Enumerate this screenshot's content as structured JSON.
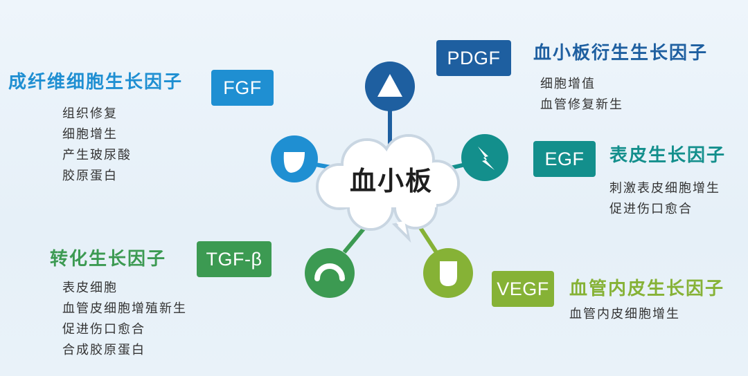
{
  "center": {
    "label": "血小板"
  },
  "colors": {
    "navy": "#1e5fa0",
    "sky": "#1f8fd2",
    "teal": "#138f8c",
    "green": "#3c9a52",
    "lime": "#86b236"
  },
  "factors": {
    "fgf": {
      "badge": "FGF",
      "title": "成纤维细胞生长因子",
      "items": [
        "组织修复",
        "细胞增生",
        "产生玻尿酸",
        "胶原蛋白"
      ]
    },
    "pdgf": {
      "badge": "PDGF",
      "title": "血小板衍生生长因子",
      "items": [
        "细胞增值",
        "血管修复新生"
      ]
    },
    "egf": {
      "badge": "EGF",
      "title": "表皮生长因子",
      "items": [
        "刺激表皮细胞增生",
        "促进伤口愈合"
      ]
    },
    "tgf": {
      "badge": "TGF-β",
      "title": "转化生长因子",
      "items": [
        "表皮细胞",
        "血管皮细胞增殖新生",
        "促进伤口愈合",
        "合成胶原蛋白"
      ]
    },
    "vegf": {
      "badge": "VEGF",
      "title": "血管内皮生长因子",
      "items": [
        "血管内皮细胞增生"
      ]
    }
  }
}
